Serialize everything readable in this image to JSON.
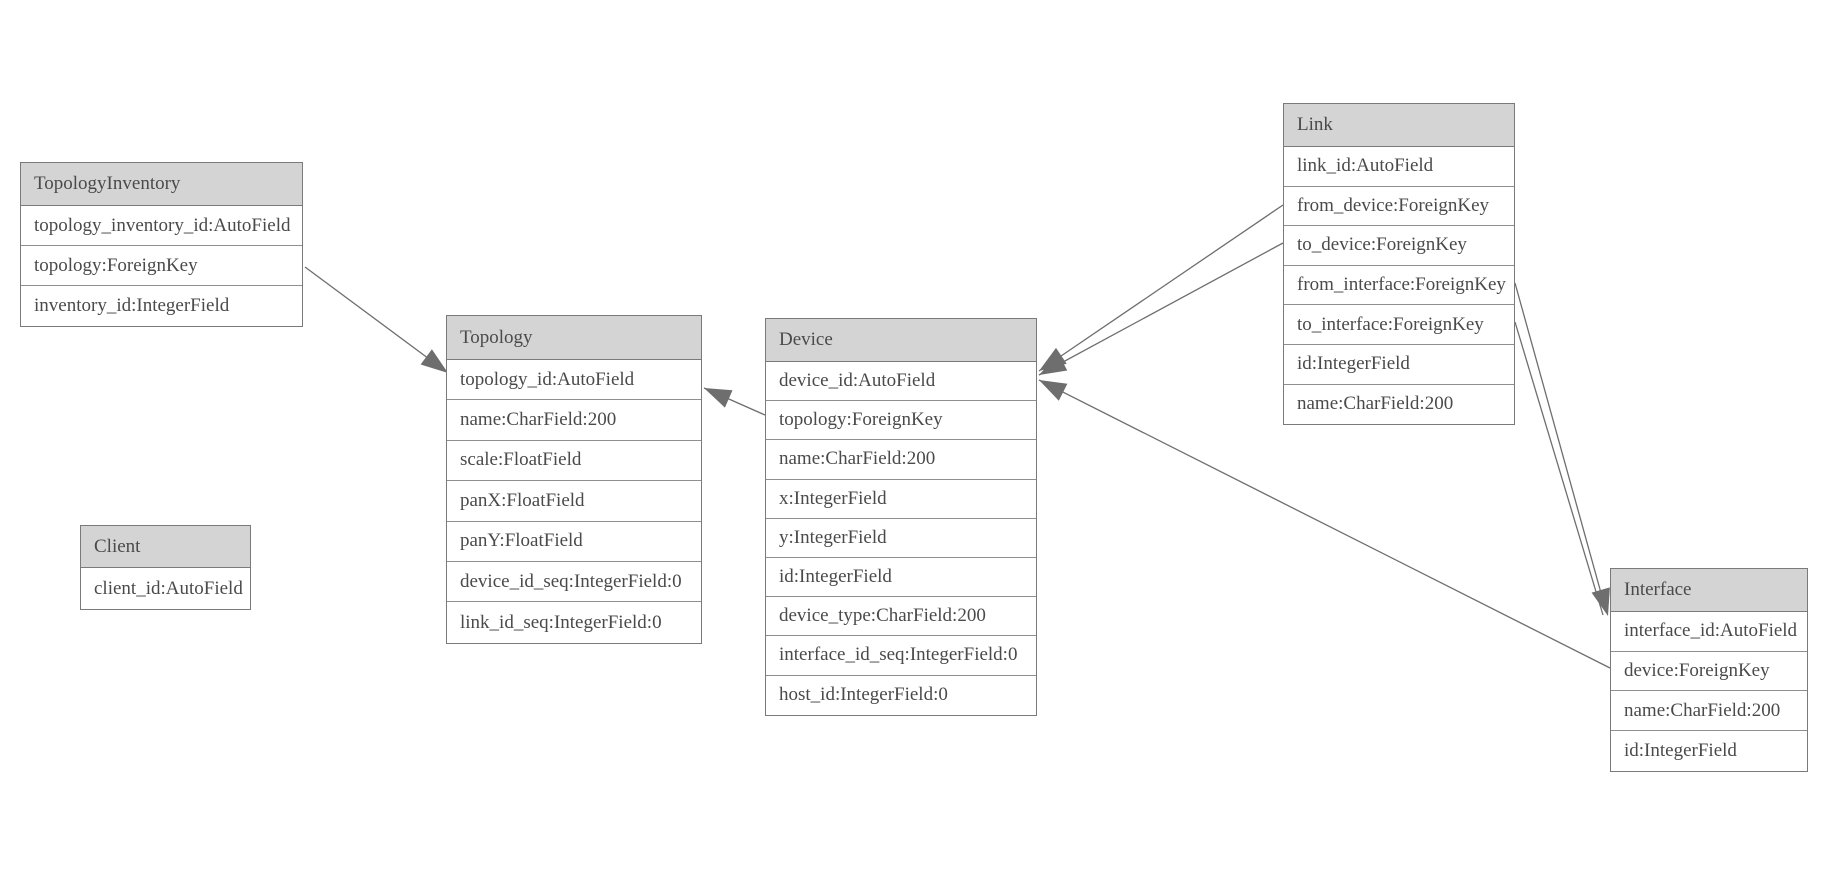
{
  "diagram": {
    "type": "entity-relationship-model-diagram",
    "colors": {
      "background": "#ffffff",
      "header_fill": "#d4d4d4",
      "border": "#7a7a7a",
      "text": "#4a4a4a",
      "connector": "#6e6e6e"
    },
    "entities": [
      {
        "name": "TopologyInventory",
        "fields": [
          "topology_inventory_id:AutoField",
          "topology:ForeignKey",
          "inventory_id:IntegerField"
        ]
      },
      {
        "name": "Topology",
        "fields": [
          "topology_id:AutoField",
          "name:CharField:200",
          "scale:FloatField",
          "panX:FloatField",
          "panY:FloatField",
          "device_id_seq:IntegerField:0",
          "link_id_seq:IntegerField:0"
        ]
      },
      {
        "name": "Client",
        "fields": [
          "client_id:AutoField"
        ]
      },
      {
        "name": "Device",
        "fields": [
          "device_id:AutoField",
          "topology:ForeignKey",
          "name:CharField:200",
          "x:IntegerField",
          "y:IntegerField",
          "id:IntegerField",
          "device_type:CharField:200",
          "interface_id_seq:IntegerField:0",
          "host_id:IntegerField:0"
        ]
      },
      {
        "name": "Link",
        "fields": [
          "link_id:AutoField",
          "from_device:ForeignKey",
          "to_device:ForeignKey",
          "from_interface:ForeignKey",
          "to_interface:ForeignKey",
          "id:IntegerField",
          "name:CharField:200"
        ]
      },
      {
        "name": "Interface",
        "fields": [
          "interface_id:AutoField",
          "device:ForeignKey",
          "name:CharField:200",
          "id:IntegerField"
        ]
      }
    ],
    "relationships": [
      {
        "from": "TopologyInventory.topology",
        "to": "Topology"
      },
      {
        "from": "Device.topology",
        "to": "Topology"
      },
      {
        "from": "Link.from_device",
        "to": "Device"
      },
      {
        "from": "Link.to_device",
        "to": "Device"
      },
      {
        "from": "Link.from_interface",
        "to": "Interface"
      },
      {
        "from": "Link.to_interface",
        "to": "Interface"
      },
      {
        "from": "Interface.device",
        "to": "Device"
      }
    ]
  }
}
